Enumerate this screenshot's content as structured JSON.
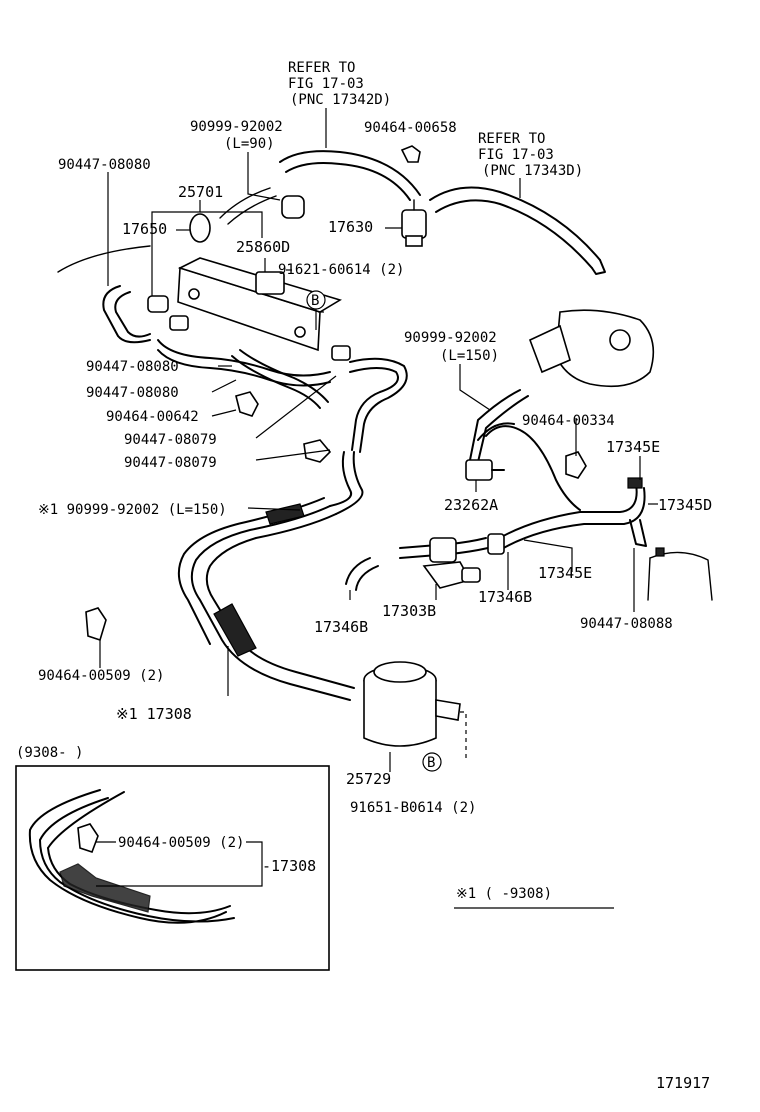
{
  "diagram_number": "171917",
  "refer_1": {
    "line1": "REFER TO",
    "line2": "FIG 17-03",
    "line3": "(PNC 17342D)"
  },
  "refer_2": {
    "line1": "REFER TO",
    "line2": "FIG 17-03",
    "line3": "(PNC 17343D)"
  },
  "labels": {
    "p90999_92002_top": "90999-92002",
    "p90999_92002_top_len": "(L=90)",
    "p90464_00658": "90464-00658",
    "p90447_08080_top": "90447-08080",
    "p25701": "25701",
    "p17650": "17650",
    "p25860D": "25860D",
    "p17630": "17630",
    "p91621_60614": "91621-60614 (2)",
    "p90999_92002_mid": "90999-92002",
    "p90999_92002_mid_len": "(L=150)",
    "p90447_08080_a": "90447-08080",
    "p90447_08080_b": "90447-08080",
    "p90464_00642": "90464-00642",
    "p90447_08079_a": "90447-08079",
    "p90447_08079_b": "90447-08079",
    "p90464_00334": "90464-00334",
    "p17345E_top": "17345E",
    "p23262A": "23262A",
    "p17345D": "17345D",
    "p90999_92002_star": "※1 90999-92002 (L=150)",
    "p17345E_bot": "17345E",
    "p17346B_right": "17346B",
    "p17303B": "17303B",
    "p17346B_left": "17346B",
    "p90447_08088": "90447-08088",
    "p90464_00509_main": "90464-00509 (2)",
    "p17308_main": "※1 17308",
    "p25729": "25729",
    "p91651_B0614": "91651-B0614 (2)",
    "inset_range": "(9308-      )",
    "inset_90464_00509": "90464-00509 (2)",
    "inset_17308": "-17308",
    "note_star": "※1 (      -9308)",
    "circle_b": "B"
  }
}
